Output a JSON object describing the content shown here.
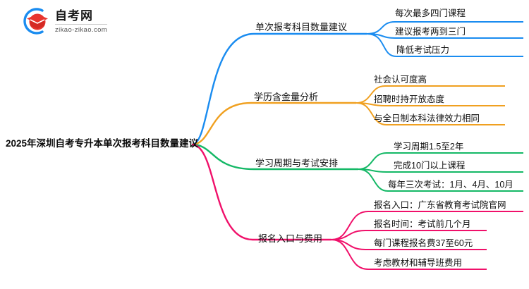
{
  "logo": {
    "name_cn": "自考网",
    "name_en": "zikao-zikao.com",
    "mark_icon": "graduation-cap-icon",
    "arc_color": "#1a8cf0",
    "cap_color": "#e8352e"
  },
  "mindmap": {
    "root": {
      "label": "2025年深圳自考专升本单次报考科目数量建议"
    },
    "branches": [
      {
        "label": "单次报考科目数量建议",
        "color": "#1a8cf0",
        "leaves": [
          "每次最多四门课程",
          "建议报考两到三门",
          "降低考试压力"
        ]
      },
      {
        "label": "学历含金量分析",
        "color": "#f0a020",
        "leaves": [
          "社会认可度高",
          "招聘时持开放态度",
          "与全日制本科法律效力相同"
        ]
      },
      {
        "label": "学习周期与考试安排",
        "color": "#14b866",
        "leaves": [
          "学习周期1.5至2年",
          "完成10门以上课程",
          "每年三次考试：1月、4月、10月"
        ]
      },
      {
        "label": "报名入口与费用",
        "color": "#f0106a",
        "leaves": [
          "报名入口：广东省教育考试院官网",
          "报名时间：考试前几个月",
          "每门课程报名费37至60元",
          "考虑教材和辅导班费用"
        ]
      }
    ]
  }
}
